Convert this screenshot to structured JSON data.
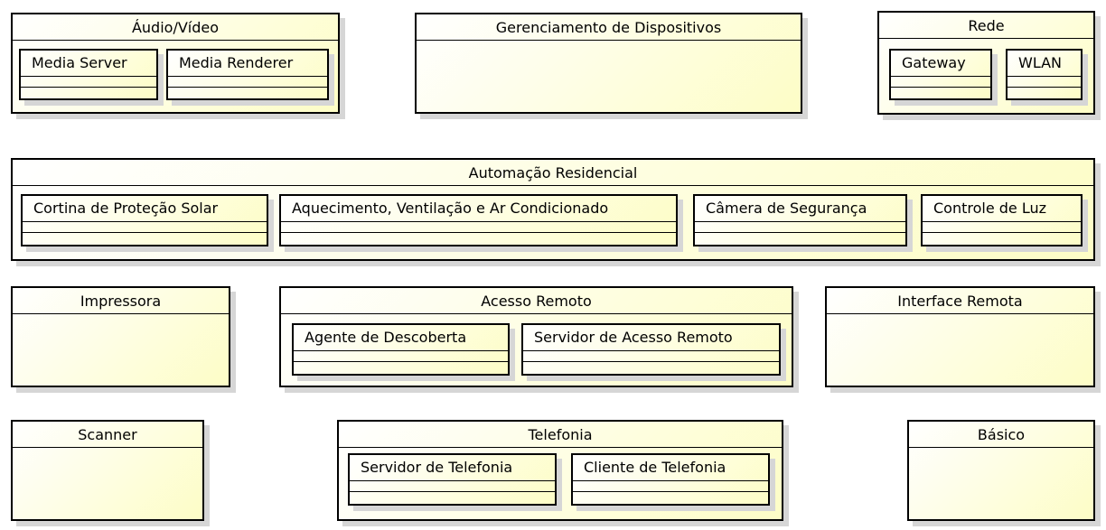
{
  "packages": {
    "audio_video": {
      "title": "Áudio/Vídeo",
      "classes": [
        "Media Server",
        "Media Renderer"
      ]
    },
    "device_management": {
      "title": "Gerenciamento de Dispositivos"
    },
    "network": {
      "title": "Rede",
      "classes": [
        "Gateway",
        "WLAN"
      ]
    },
    "home_automation": {
      "title": "Automação Residencial",
      "classes": [
        "Cortina de Proteção Solar",
        "Aquecimento, Ventilação e Ar Condicionado",
        "Câmera de Segurança",
        "Controle de Luz"
      ]
    },
    "printer": {
      "title": "Impressora"
    },
    "remote_access": {
      "title": "Acesso Remoto",
      "classes": [
        "Agente de Descoberta",
        "Servidor de Acesso Remoto"
      ]
    },
    "remote_interface": {
      "title": "Interface Remota"
    },
    "scanner": {
      "title": "Scanner"
    },
    "telephony": {
      "title": "Telefonia",
      "classes": [
        "Servidor de Telefonia",
        "Cliente de Telefonia"
      ]
    },
    "basic": {
      "title": "Básico"
    }
  }
}
